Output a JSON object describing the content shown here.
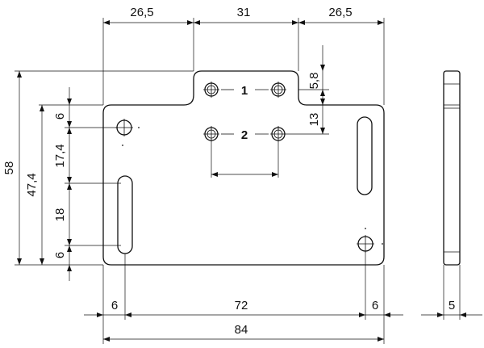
{
  "dimensions": {
    "top_left": "26,5",
    "top_middle": "31",
    "top_right": "26,5",
    "height_total": "58",
    "height_inner": "47,4",
    "left_6_top": "6",
    "left_17_4": "17,4",
    "left_18": "18",
    "left_6_bottom": "6",
    "right_5_8": "5,8",
    "right_13": "13",
    "bottom_6_left": "6",
    "bottom_72": "72",
    "bottom_6_right": "6",
    "bottom_84": "84",
    "side_thickness": "5"
  },
  "labels": {
    "hole_pair_1": "1",
    "hole_pair_2": "2"
  }
}
